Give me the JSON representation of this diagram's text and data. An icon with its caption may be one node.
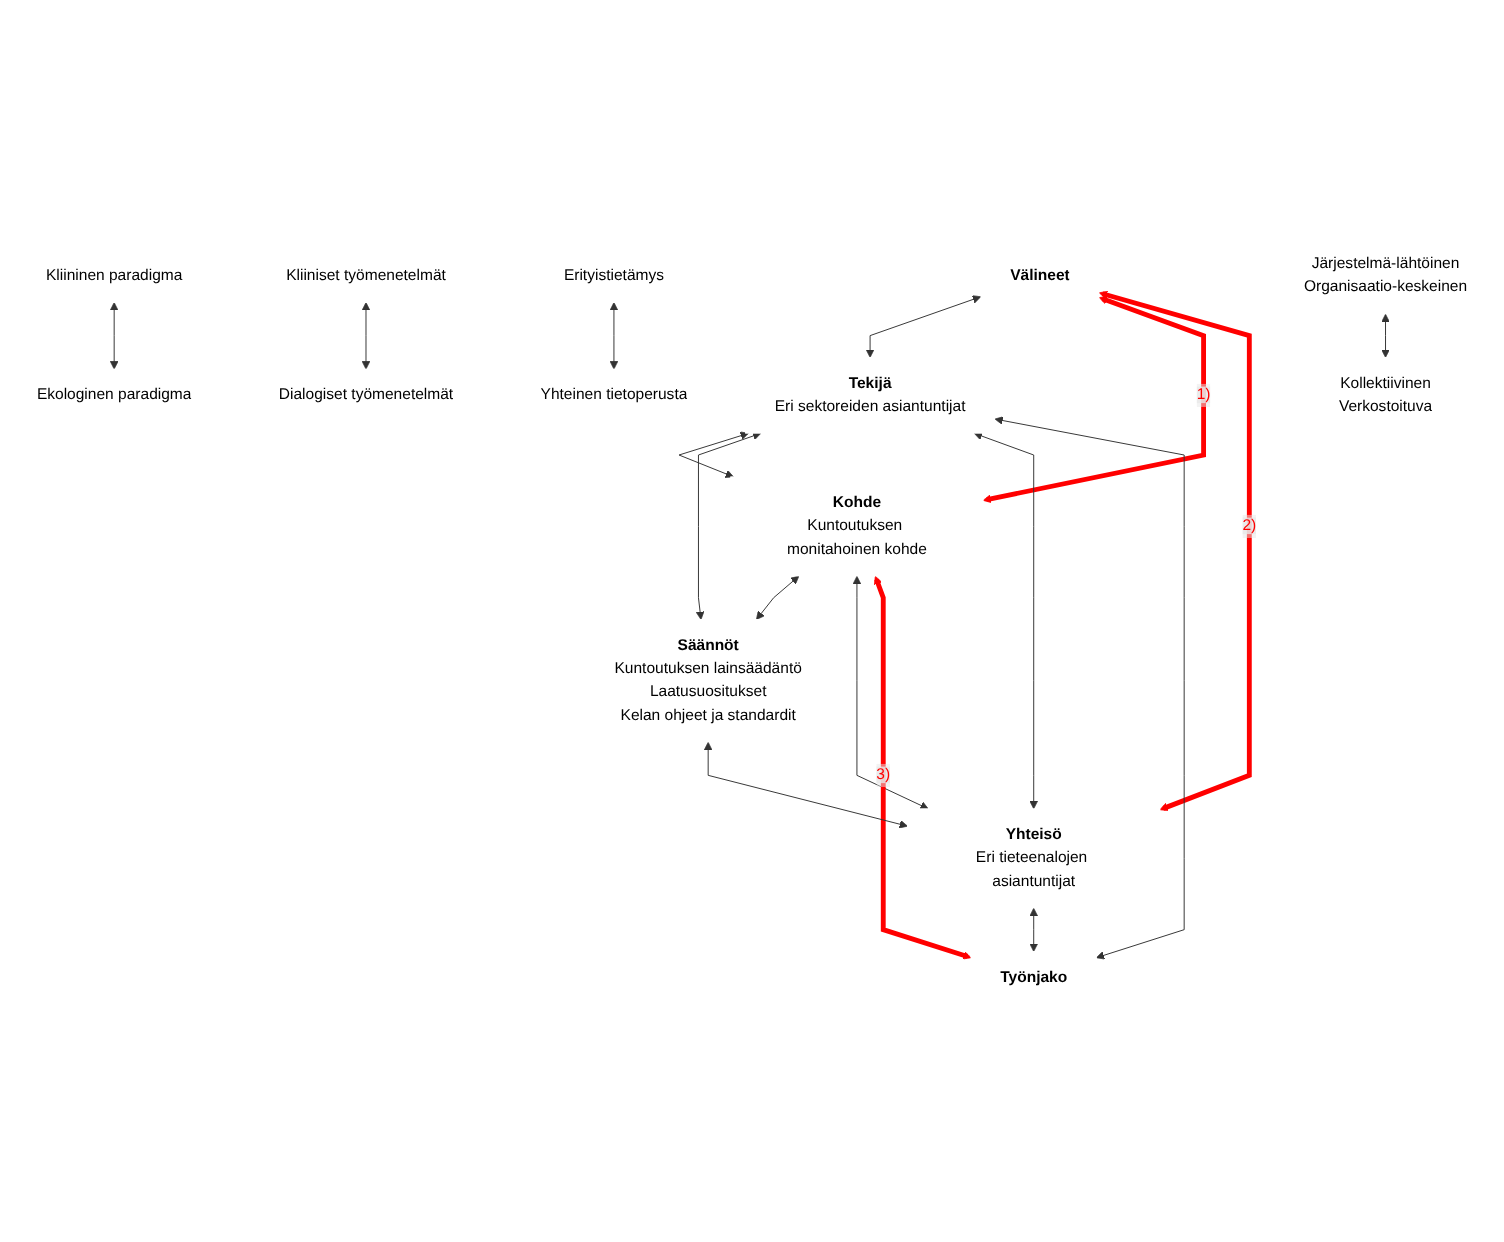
{
  "diagram": {
    "nodes": [
      {
        "text": [
          "Välineet"
        ]
      },
      {
        "text": [
          "Kliininen paradigma"
        ]
      },
      {
        "text": [
          "Ekologinen paradigma"
        ]
      },
      {
        "text": [
          "Kliiniset työmenetelmät"
        ]
      },
      {
        "text": [
          "Dialogiset työmenetelmät"
        ]
      },
      {
        "text": [
          "Erityistietämys"
        ]
      },
      {
        "text": [
          "Yhteinen tietoperusta"
        ]
      },
      {
        "text": [
          "Tekijä",
          "Eri sektoreiden asiantuntijat"
        ]
      },
      {
        "text": [
          "Kohde",
          "Kuntoutuksen monitahoinen kohde"
        ]
      },
      {
        "text": [
          "Säännöt",
          "Kuntoutuksen lainsäädäntö",
          "Laatusuositukset",
          "Kelan ohjeet ja standardit"
        ]
      },
      {
        "text": [
          "Yhteisö",
          "Eri tieteenalojen asiantuntijat"
        ]
      },
      {
        "text": [
          "Työnjako"
        ]
      },
      {
        "text": [
          "Järjestelmä-lähtöinen",
          "Organisaatio-keskeinen"
        ]
      },
      {
        "text": [
          "Kollektiivinen",
          "Verkostoituva"
        ]
      }
    ],
    "edges": [
      {
        "from": 1,
        "to": 2,
        "arrow": "both"
      },
      {
        "from": 3,
        "to": 4,
        "arrow": "both"
      },
      {
        "from": 5,
        "to": 6,
        "arrow": "both"
      },
      {
        "from": 0,
        "to": 7,
        "arrow": "both"
      },
      {
        "from": 0,
        "to": 8,
        "arrow": "both",
        "label": "1)",
        "style": "thick",
        "color": "#ff0000"
      },
      {
        "from": 0,
        "to": 10,
        "arrow": "both",
        "label": "2)",
        "style": "thick",
        "color": "#ff0000"
      },
      {
        "from": 7,
        "to": 8,
        "arrow": "both"
      },
      {
        "from": 7,
        "to": 9,
        "arrow": "both"
      },
      {
        "from": 7,
        "to": 10,
        "arrow": "both"
      },
      {
        "from": 7,
        "to": 11,
        "arrow": "both"
      },
      {
        "from": 8,
        "to": 9,
        "arrow": "both"
      },
      {
        "from": 8,
        "to": 10,
        "arrow": "both"
      },
      {
        "from": 8,
        "to": 11,
        "arrow": "both",
        "label": "3)",
        "style": "thick",
        "color": "#ff0000"
      },
      {
        "from": 9,
        "to": 10,
        "arrow": "both"
      },
      {
        "from": 10,
        "to": 11,
        "arrow": "both"
      },
      {
        "from": 12,
        "to": 13,
        "arrow": "both"
      }
    ]
  }
}
